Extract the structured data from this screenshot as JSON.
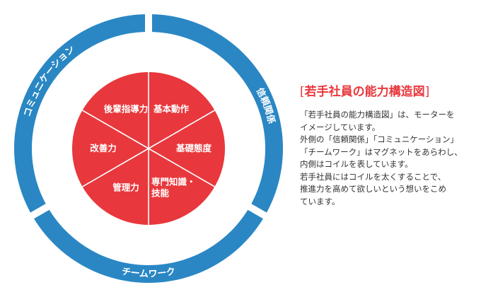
{
  "colors": {
    "outer_ring": "#2a87c4",
    "inner_circle": "#e8383d",
    "title": "#e8383d",
    "text": "#333333"
  },
  "outer_ring": {
    "trust": "信頼関係",
    "communication": "コミュニケーション",
    "teamwork": "チームワーク"
  },
  "inner_circle": {
    "segments": [
      "基本動作",
      "基礎態度",
      "専門知識・技能",
      "管理力",
      "改善力",
      "後輩指導力"
    ],
    "segment_lines": [
      [
        "基本動作"
      ],
      [
        "基礎態度"
      ],
      [
        "専門知識・",
        "技能"
      ],
      [
        "管理力"
      ],
      [
        "改善力"
      ],
      [
        "後輩指導力"
      ]
    ]
  },
  "panel": {
    "title_open": "[",
    "title": "若手社員の能力構造図",
    "title_close": "]",
    "lines": [
      "「若手社員の能力構造図」は、モーターを",
      "イメージしています。",
      "外側の「信頼関係」「コミュニケーション」",
      "「チームワーク」はマグネットをあらわし、",
      "内側はコイルを表しています。",
      "若手社員にはコイルを太くすることで、",
      "推進力を高めて欲しいという想いをこめ",
      "ています。"
    ]
  }
}
